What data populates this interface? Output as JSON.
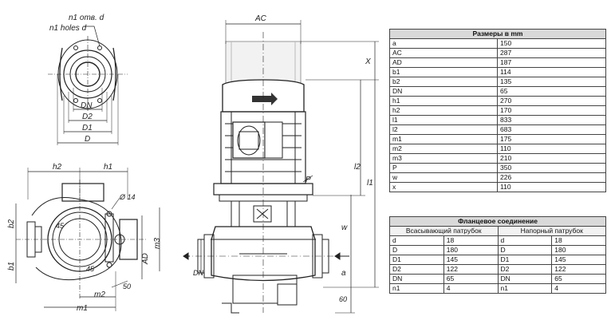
{
  "drawing": {
    "flange_note_ru": "n1 отв. d",
    "flange_note_en": "n1 holes d",
    "dims_top": [
      "DN",
      "D2",
      "D1",
      "D"
    ],
    "plan_h2": "h2",
    "plan_h1": "h1",
    "plan_phi": "Ø 14",
    "plan_b2": "b2",
    "plan_b1": "b1",
    "plan_m3": "m3",
    "plan_AD": "AD",
    "plan_45a": "45",
    "plan_45b": "45",
    "plan_50": "50",
    "plan_m2": "m2",
    "plan_m1": "m1",
    "front_AC": "AC",
    "front_X": "X",
    "front_P": "P",
    "front_l2": "l2",
    "front_l1": "l1",
    "front_w": "w",
    "front_a": "a",
    "front_60": "60",
    "front_DN": "DN"
  },
  "sizes": {
    "title": "Размеры в mm",
    "rows": [
      [
        "a",
        "150"
      ],
      [
        "AC",
        "287"
      ],
      [
        "AD",
        "187"
      ],
      [
        "b1",
        "114"
      ],
      [
        "b2",
        "135"
      ],
      [
        "DN",
        "65"
      ],
      [
        "h1",
        "270"
      ],
      [
        "h2",
        "170"
      ],
      [
        "l1",
        "833"
      ],
      [
        "l2",
        "683"
      ],
      [
        "m1",
        "175"
      ],
      [
        "m2",
        "110"
      ],
      [
        "m3",
        "210"
      ],
      [
        "P",
        "350"
      ],
      [
        "w",
        "226"
      ],
      [
        "x",
        "110"
      ]
    ]
  },
  "flange": {
    "title": "Фланцевое соединение",
    "suction": "Всасывающий патрубок",
    "discharge": "Напорный патрубок",
    "rows": [
      [
        "d",
        "18",
        "d",
        "18"
      ],
      [
        "D",
        "180",
        "D",
        "180"
      ],
      [
        "D1",
        "145",
        "D1",
        "145"
      ],
      [
        "D2",
        "122",
        "D2",
        "122"
      ],
      [
        "DN",
        "65",
        "DN",
        "65"
      ],
      [
        "n1",
        "4",
        "n1",
        "4"
      ]
    ]
  }
}
